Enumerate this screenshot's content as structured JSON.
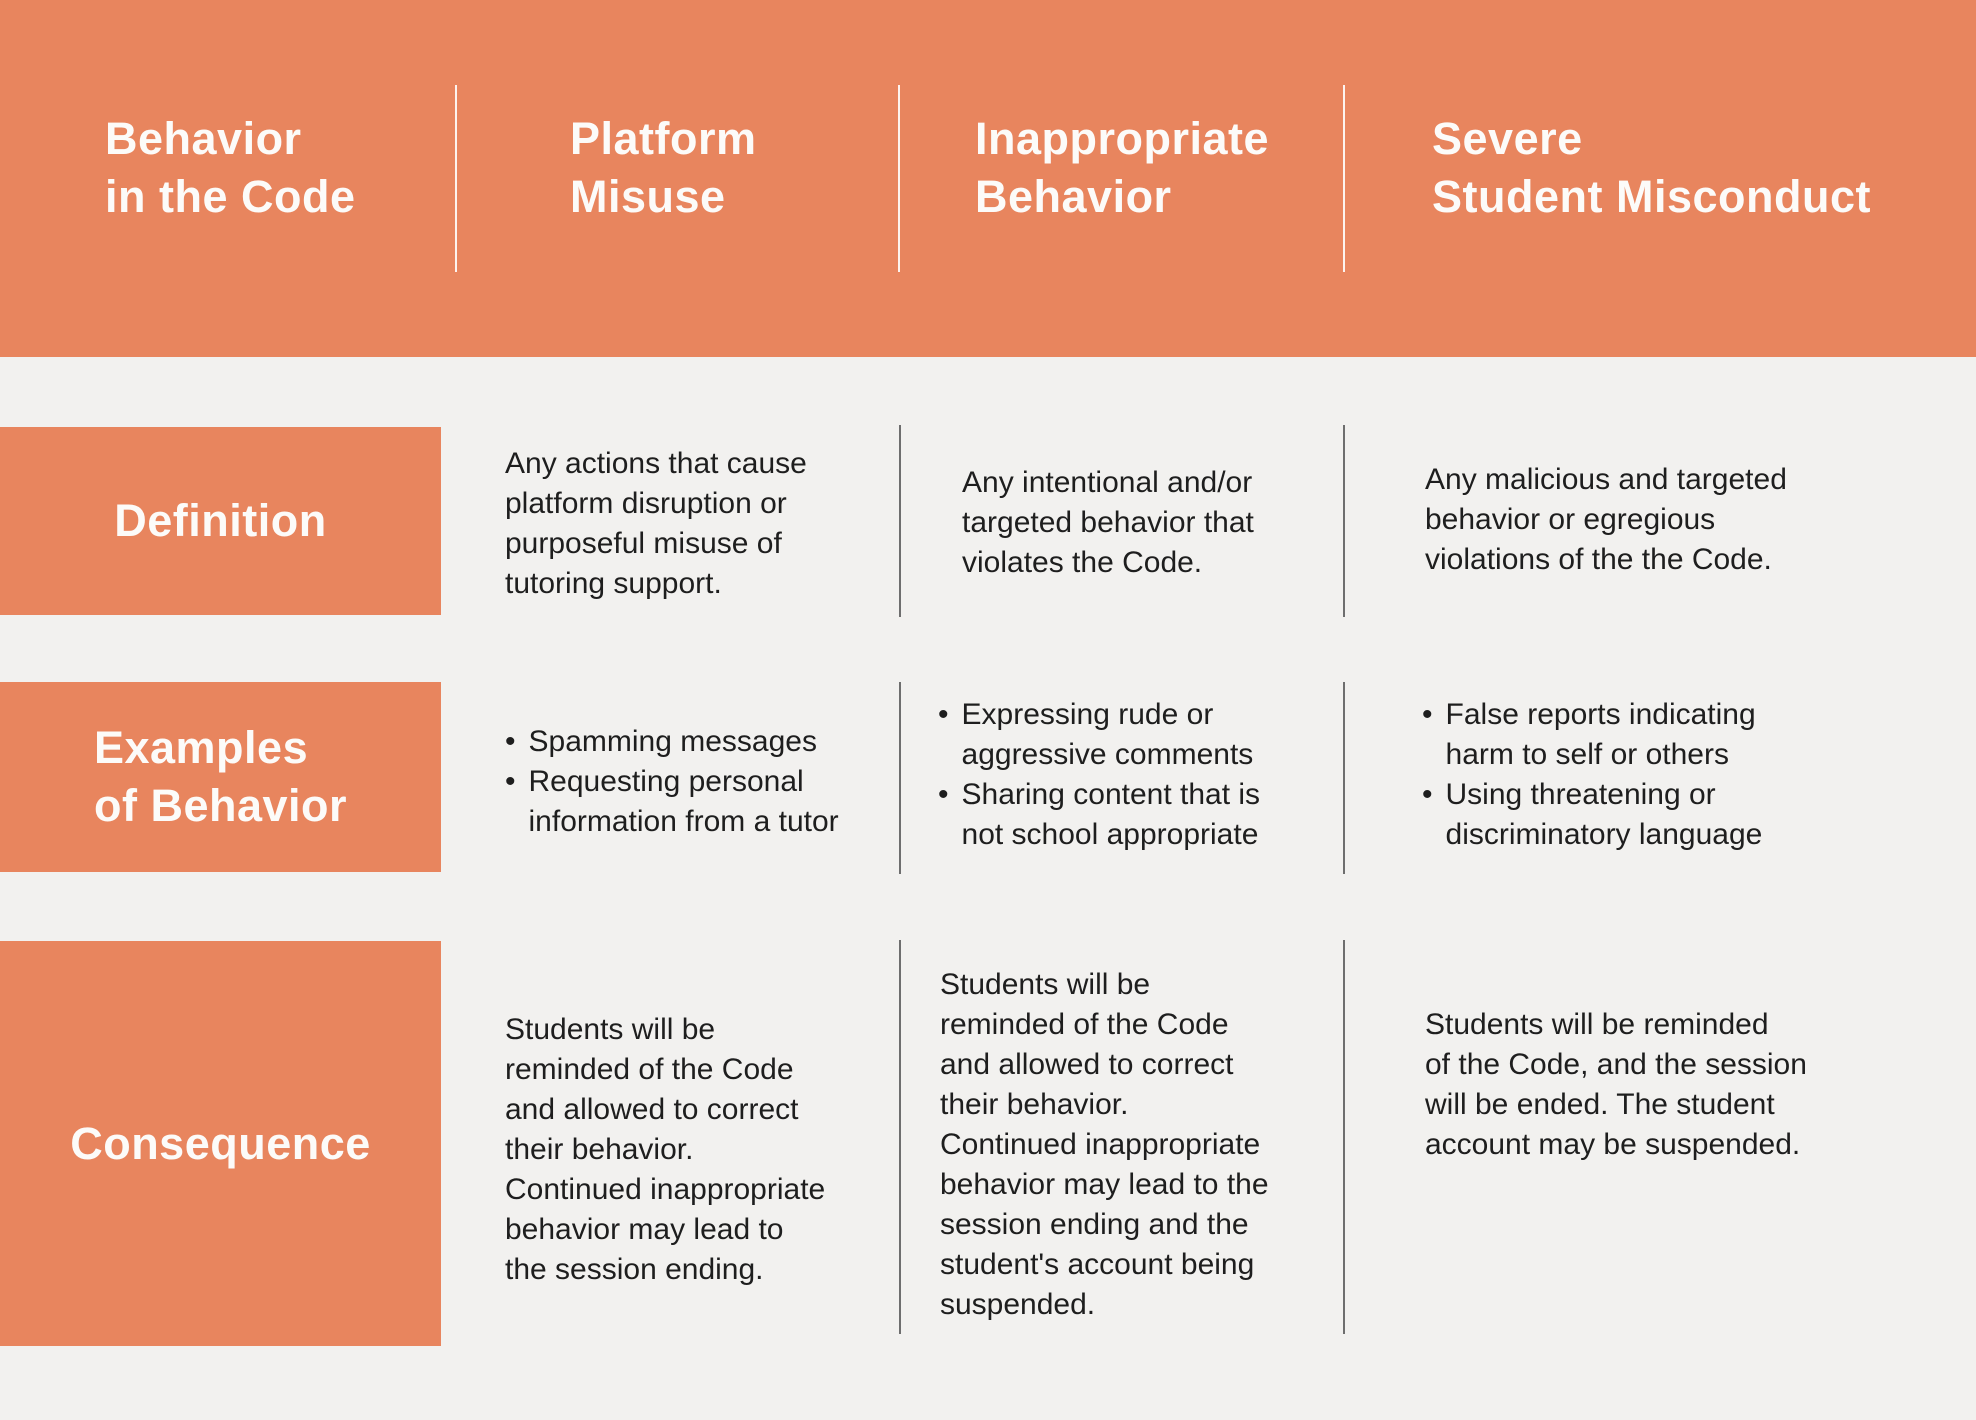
{
  "colors": {
    "accent_orange": "#E8855E",
    "background": "#F2F1EF",
    "header_text": "#FCFBF9",
    "body_text": "#1E1E1E",
    "divider_gray": "#6E6E6E",
    "divider_white": "#FFFFFF"
  },
  "header": {
    "columns": [
      {
        "label": "Behavior\nin the Code"
      },
      {
        "label": "Platform\nMisuse"
      },
      {
        "label": "Inappropriate\nBehavior"
      },
      {
        "label": "Severe\nStudent Misconduct"
      }
    ]
  },
  "rows": [
    {
      "label": "Definition",
      "platform_misuse": "Any actions that cause\nplatform disruption or\npurposeful misuse of\ntutoring support.",
      "inappropriate_behavior": "Any intentional and/or\ntargeted behavior that\nviolates the Code.",
      "severe_misconduct": "Any malicious and targeted\nbehavior or egregious\nviolations of the the Code."
    },
    {
      "label": "Examples\nof Behavior",
      "platform_misuse_items": [
        "Spamming messages",
        "Requesting personal\ninformation from a tutor"
      ],
      "inappropriate_behavior_items": [
        "Expressing rude or\naggressive comments",
        "Sharing content that is\nnot school appropriate"
      ],
      "severe_misconduct_items": [
        "False reports indicating\nharm to self or others",
        "Using threatening or\ndiscriminatory language"
      ]
    },
    {
      "label": "Consequence",
      "platform_misuse": "Students will be\nreminded of the Code\nand allowed to correct\ntheir behavior.\nContinued inappropriate\nbehavior may lead to\nthe session ending.",
      "inappropriate_behavior": "Students will be\nreminded of the Code\nand allowed to correct\ntheir behavior.\nContinued inappropriate\nbehavior may lead to the\nsession ending and the\nstudent's account being\nsuspended.",
      "severe_misconduct": "Students will be reminded\nof the Code, and the session\nwill be ended. The student\naccount may be suspended."
    }
  ]
}
